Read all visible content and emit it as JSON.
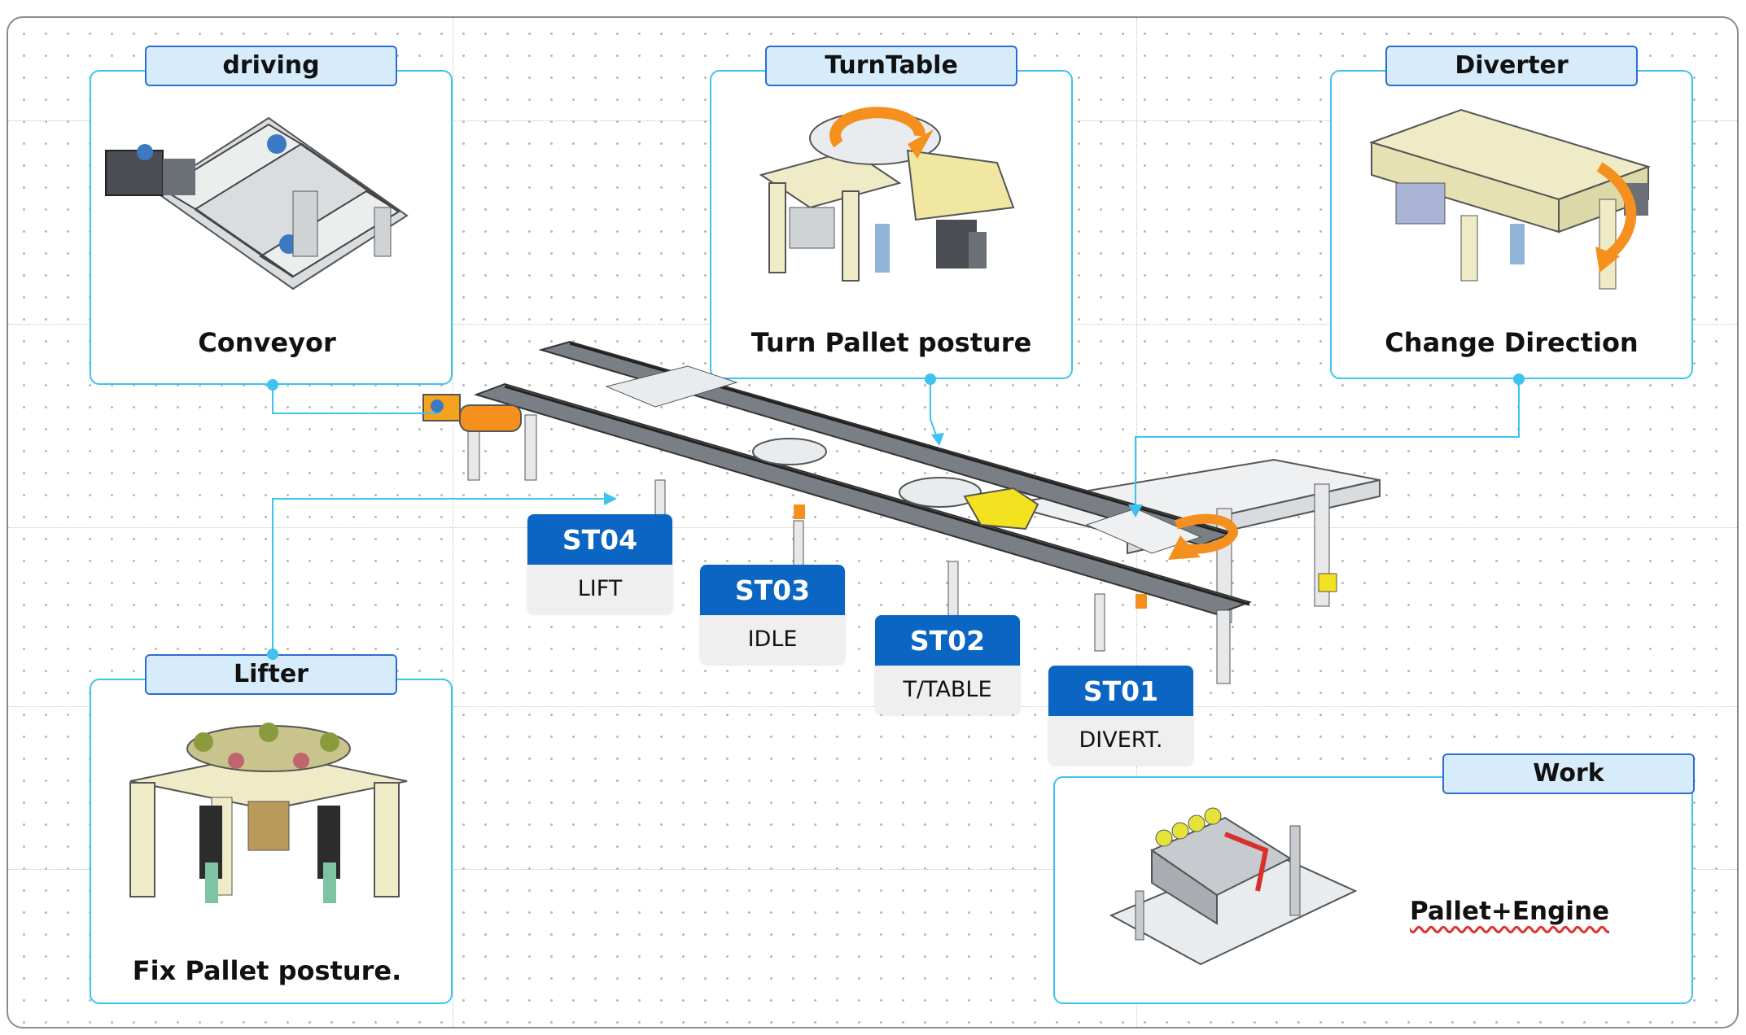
{
  "panels": {
    "driving": {
      "title": "driving",
      "caption": "Conveyor"
    },
    "turntable": {
      "title": "TurnTable",
      "caption": "Turn Pallet posture"
    },
    "diverter": {
      "title": "Diverter",
      "caption": "Change Direction"
    },
    "lifter": {
      "title": "Lifter",
      "caption": "Fix Pallet posture."
    },
    "work": {
      "title": "Work",
      "caption": "Pallet+Engine"
    }
  },
  "stations": [
    {
      "code": "ST04",
      "status": "LIFT"
    },
    {
      "code": "ST03",
      "status": "IDLE"
    },
    {
      "code": "ST02",
      "status": "T/TABLE"
    },
    {
      "code": "ST01",
      "status": "DIVERT."
    }
  ],
  "colors": {
    "panel_border": "#3ec3ee",
    "title_fill": "#d6ecfb",
    "title_border": "#2e6dd0",
    "station_header": "#0a66c2",
    "station_body": "#efefef",
    "accent_orange": "#f5901e",
    "machine_yellow": "#f0ebc0",
    "connector": "#3ec3ee"
  }
}
